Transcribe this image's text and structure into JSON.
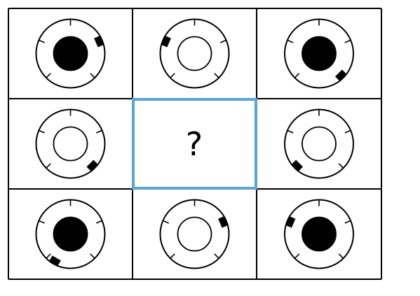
{
  "puzzle": {
    "question_mark": "?",
    "colors": {
      "line": "#000000",
      "background": "#ffffff",
      "highlight_border": "#5aa4d6"
    },
    "cells": [
      {
        "row": 0,
        "col": 0,
        "inner_circle": "filled",
        "marker_angle_deg": 67
      },
      {
        "row": 0,
        "col": 1,
        "inner_circle": "hollow",
        "marker_angle_deg": -67
      },
      {
        "row": 0,
        "col": 2,
        "inner_circle": "filled",
        "marker_angle_deg": 135
      },
      {
        "row": 1,
        "col": 0,
        "inner_circle": "hollow",
        "marker_angle_deg": 135
      },
      {
        "row": 1,
        "col": 1,
        "missing": true
      },
      {
        "row": 1,
        "col": 2,
        "inner_circle": "hollow",
        "marker_angle_deg": -135
      },
      {
        "row": 2,
        "col": 0,
        "inner_circle": "filled",
        "marker_angle_deg": -150
      },
      {
        "row": 2,
        "col": 1,
        "inner_circle": "hollow",
        "marker_angle_deg": 67
      },
      {
        "row": 2,
        "col": 2,
        "inner_circle": "filled",
        "marker_angle_deg": -67
      }
    ]
  }
}
